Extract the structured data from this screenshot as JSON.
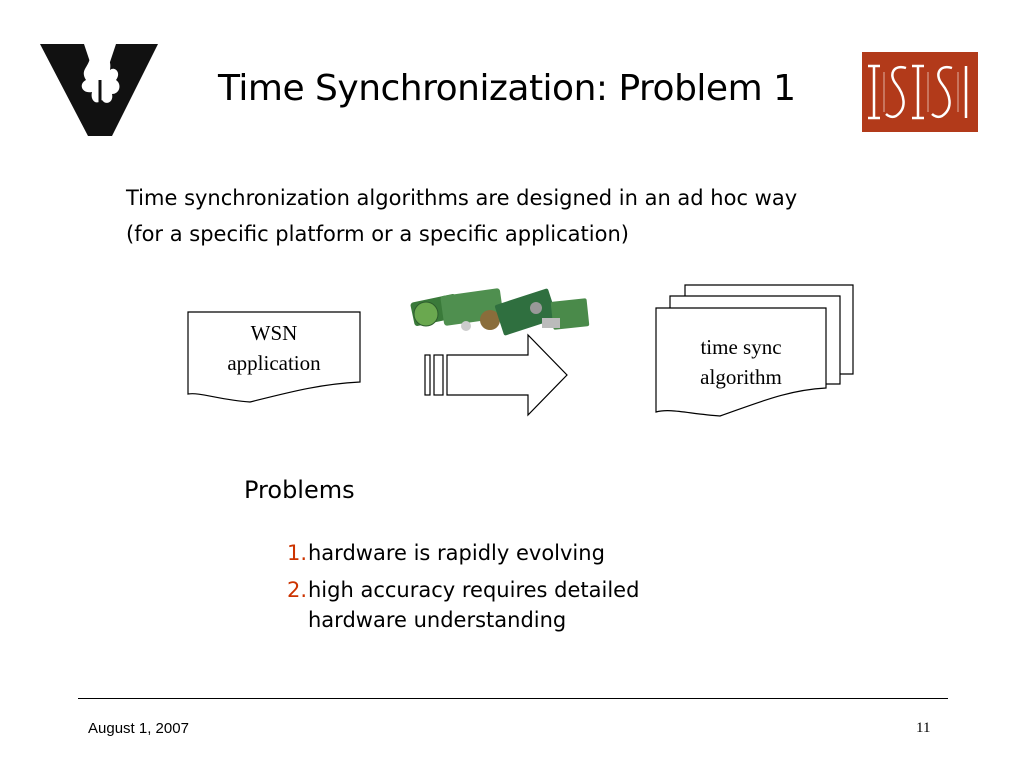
{
  "slide": {
    "title": "Time Synchronization: Problem 1",
    "intro_lines": [
      "Time synchronization algorithms are designed in an ad hoc way",
      "(for a specific platform or a specific application)"
    ]
  },
  "diagram": {
    "left_doc_lines": [
      "WSN",
      "application"
    ],
    "right_doc_lines": [
      "time sync",
      "algorithm"
    ],
    "hardware_image_icon": "sensor-boards-photo-icon",
    "arrow_icon": "striped-right-arrow-icon"
  },
  "problems": {
    "heading": "Problems",
    "items": [
      {
        "num": "1.",
        "lines": [
          "hardware is rapidly evolving"
        ]
      },
      {
        "num": "2.",
        "lines": [
          "high accuracy requires detailed",
          "hardware understanding"
        ]
      }
    ]
  },
  "footer": {
    "date": "August 1, 2007",
    "page": "11"
  },
  "logos": {
    "left": "vanderbilt-v-logo",
    "right": "isis-logo"
  },
  "colors": {
    "number_accent": "#cc3300",
    "isis_brand": "#b23a1a"
  }
}
